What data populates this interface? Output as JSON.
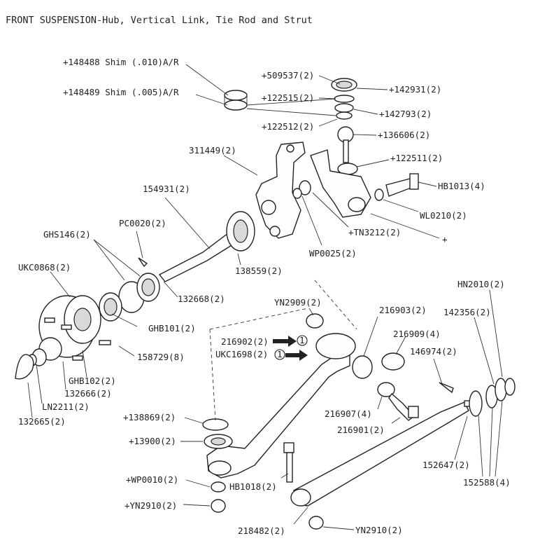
{
  "title": "FRONT SUSPENSION-Hub, Vertical Link, Tie Rod and Strut",
  "labels": {
    "shim_010": "+148488 Shim (.010)A/R",
    "shim_005": "+148489 Shim (.005)A/R",
    "p509537": "+509537(2)",
    "p142931": "+142931(2)",
    "p122515": "+122515(2)",
    "p142793": "+142793(2)",
    "p122512": "+122512(2)",
    "p136606": "+136606(2)",
    "p122511": "+122511(2)",
    "p311449": "311449(2)",
    "pHB1013": "HB1013(4)",
    "p154931": "154931(2)",
    "pWL0210": "WL0210(2)",
    "pPC0020": "PC0020(2)",
    "pTN3212": "+TN3212(2)",
    "plus_mark": "+",
    "pGHS146": "GHS146(2)",
    "pWP0025": "WP0025(2)",
    "pUKC0868": "UKC0868(2)",
    "p138559": "138559(2)",
    "p132668": "132668(2)",
    "pYN2909": "YN2909(2)",
    "pHN2010": "HN2010(2)",
    "p216903": "216903(2)",
    "p142356": "142356(2)",
    "pGHB101": "GHB101(2)",
    "p216909": "216909(4)",
    "p216902": "216902(2)",
    "pUKC1698": "UKC1698(2)",
    "p146974": "146974(2)",
    "p158729": "158729(8)",
    "pGHB102": "GHB102(2)",
    "p132666": "132666(2)",
    "pLN2211": "LN2211(2)",
    "p132665": "132665(2)",
    "p216907": "216907(4)",
    "p216901": "216901(2)",
    "p138869": "+138869(2)",
    "p13900": "+13900(2)",
    "p152647": "152647(2)",
    "p152588": "152588(4)",
    "pWP0010": "+WP0010(2)",
    "pHB1018": "HB1018(2)",
    "pYN2910": "+YN2910(2)",
    "p218482": "218482(2)",
    "pYN2910b": "YN2910(2)",
    "circle_one": "1"
  }
}
